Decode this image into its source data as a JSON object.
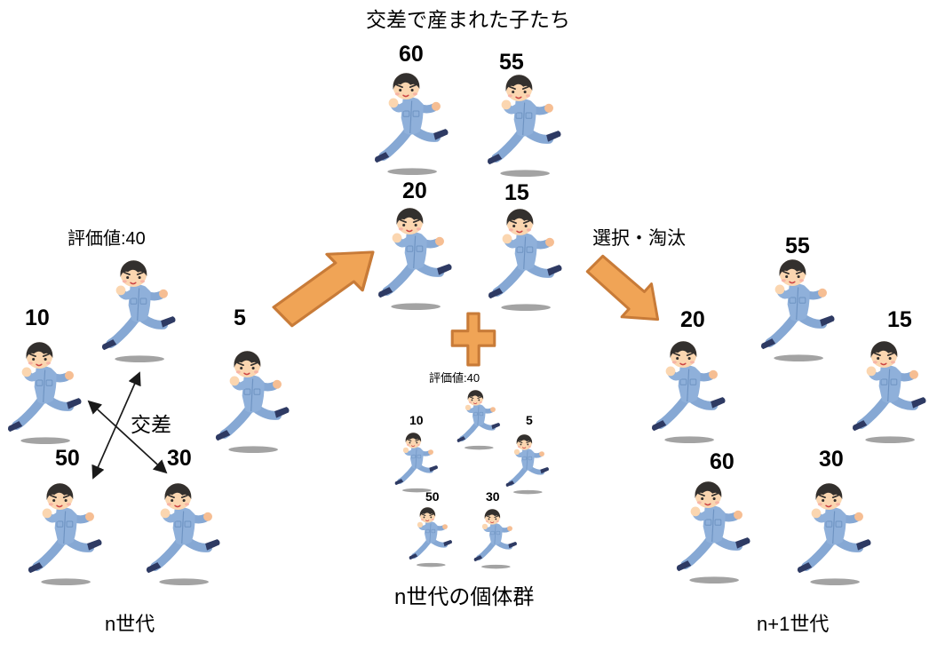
{
  "offspring": {
    "title": "交差で産まれた子たち",
    "values": [
      "60",
      "55",
      "20",
      "15"
    ]
  },
  "parents": {
    "eval": "評価値:40",
    "values": [
      "10",
      "5",
      "50",
      "30"
    ],
    "crossover": "交差",
    "caption": "n世代"
  },
  "population": {
    "eval": "評価値:40",
    "values": [
      "10",
      "5",
      "50",
      "30"
    ],
    "caption": "n世代の個体群"
  },
  "next_gen": {
    "selection": "選択・淘汰",
    "values": [
      "20",
      "55",
      "15",
      "60",
      "30"
    ],
    "caption": "n+1世代"
  },
  "icons": {
    "runner": "running-worker-icon",
    "plus": "plus-icon",
    "crossover_arrow": "block-arrow-ne-icon",
    "selection_arrow": "block-arrow-se-icon",
    "crossover_lines": "double-arrow-x-icon",
    "shadow": "ground-shadow"
  },
  "colors": {
    "background": "#FFFFFF",
    "arrow_fill": "#F0A456",
    "arrow_border": "#C87B38",
    "uniform_blue": "#8FB0DA",
    "text": "#000000"
  }
}
